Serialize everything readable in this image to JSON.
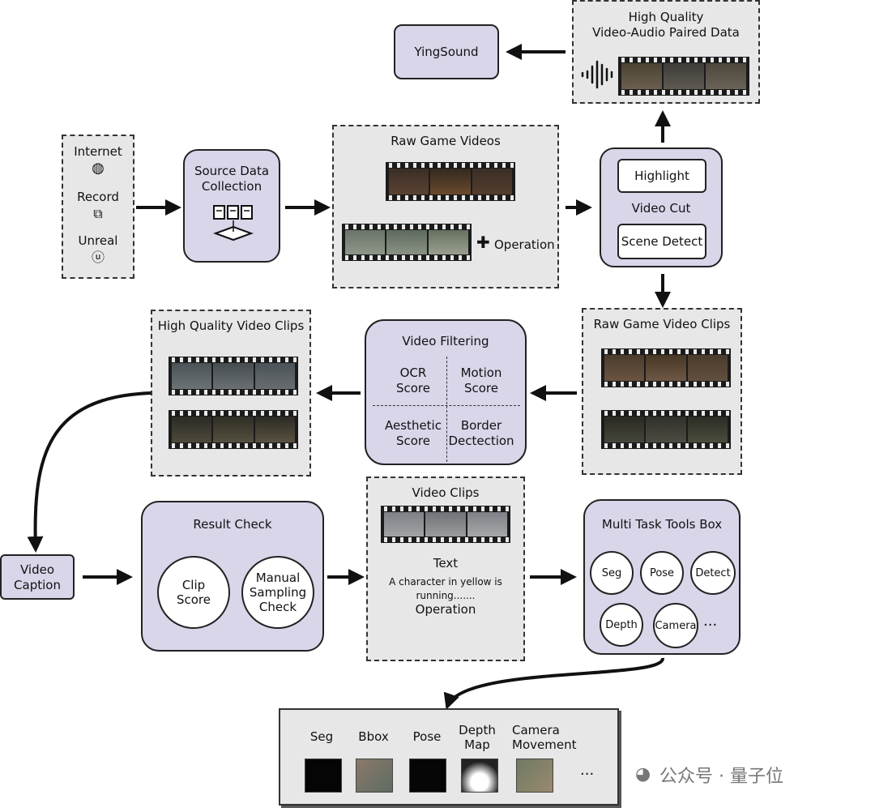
{
  "yingsound": "YingSound",
  "hq_paired": {
    "line1": "High Quality",
    "line2": "Video-Audio Paired Data"
  },
  "sources": {
    "internet": "Internet",
    "record": "Record",
    "unreal": "Unreal"
  },
  "source_collection": {
    "line1": "Source Data",
    "line2": "Collection"
  },
  "raw_game_videos": {
    "title": "Raw Game Videos",
    "operation": "Operation"
  },
  "video_cut": {
    "highlight": "Highlight",
    "label": "Video Cut",
    "scene": "Scene Detect"
  },
  "raw_clips": {
    "title": "Raw Game Video Clips"
  },
  "filtering": {
    "title": "Video Filtering",
    "ocr": [
      "OCR",
      "Score"
    ],
    "motion": [
      "Motion",
      "Score"
    ],
    "aesthetic": [
      "Aesthetic",
      "Score"
    ],
    "border": [
      "Border",
      "Dectection"
    ]
  },
  "hq_clips": {
    "title": "High Quality Video Clips"
  },
  "video_caption": {
    "line1": "Video",
    "line2": "Caption"
  },
  "result_check": {
    "title": "Result Check",
    "clip": [
      "Clip",
      "Score"
    ],
    "manual": [
      "Manual",
      "Sampling",
      "Check"
    ]
  },
  "video_clips_panel": {
    "title": "Video Clips",
    "text_label": "Text",
    "caption1": "A character in yellow  is",
    "caption2": "running.......",
    "operation": "Operation"
  },
  "multi_task": {
    "title": "Multi Task Tools Box",
    "seg": "Seg",
    "pose": "Pose",
    "detect": "Detect",
    "depth": "Depth",
    "camera": "Camera",
    "more": "···"
  },
  "outputs": {
    "seg": "Seg",
    "bbox": "Bbox",
    "pose": "Pose",
    "depth": [
      "Depth",
      "Map"
    ],
    "camera": [
      "Camera",
      "Movement"
    ],
    "more": "···"
  },
  "watermark": "公众号 · 量子位",
  "colors": {
    "purple_fill": "#d9d6ea",
    "panel_gray": "#e7e7e7"
  }
}
